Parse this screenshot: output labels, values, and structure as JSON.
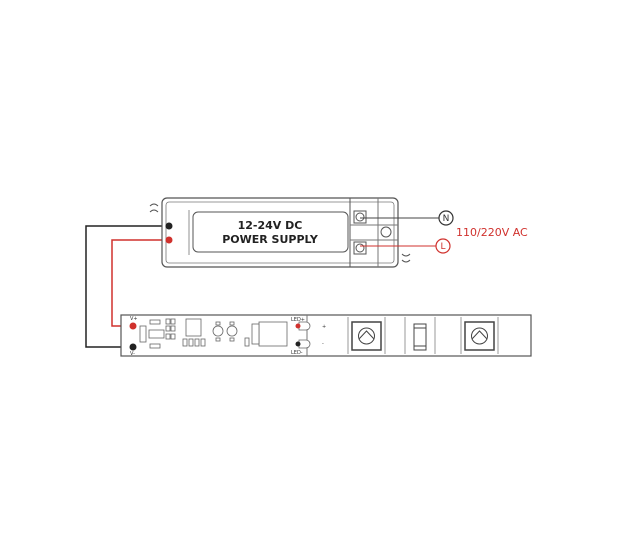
{
  "power_supply": {
    "line1": "12-24V DC",
    "line2": "POWER SUPPLY"
  },
  "ac_input": {
    "label": "110/220V AC",
    "neutral": "N",
    "live": "L"
  },
  "strip": {
    "v_plus": "V+",
    "v_minus": "V-",
    "led_plus": "LED+",
    "led_minus": "LED-",
    "plus": "+",
    "minus": "-"
  },
  "colors": {
    "positive": "#d0312d",
    "negative": "#222222",
    "outline": "#555555"
  }
}
